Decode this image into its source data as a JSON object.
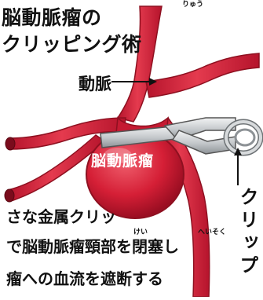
{
  "title": {
    "line1": "脳動脈瘤の",
    "line1_ruby": "りゅう",
    "line2": "クリッピング術"
  },
  "labels": {
    "artery": "動脈",
    "aneurysm": "脳動脈瘤",
    "clip": "クリップ"
  },
  "body": {
    "line1": "さな金属クリッ",
    "line2": "で脳動脈瘤頸部を閉塞し",
    "line2_ruby_kei": "けい",
    "line2_ruby_heisoku": "へいそく",
    "line3": "瘤への血流を遮断する"
  },
  "colors": {
    "vessel": "#d8203a",
    "vessel_dark": "#8e1020",
    "clip_metal": "#c9cdd0"
  }
}
